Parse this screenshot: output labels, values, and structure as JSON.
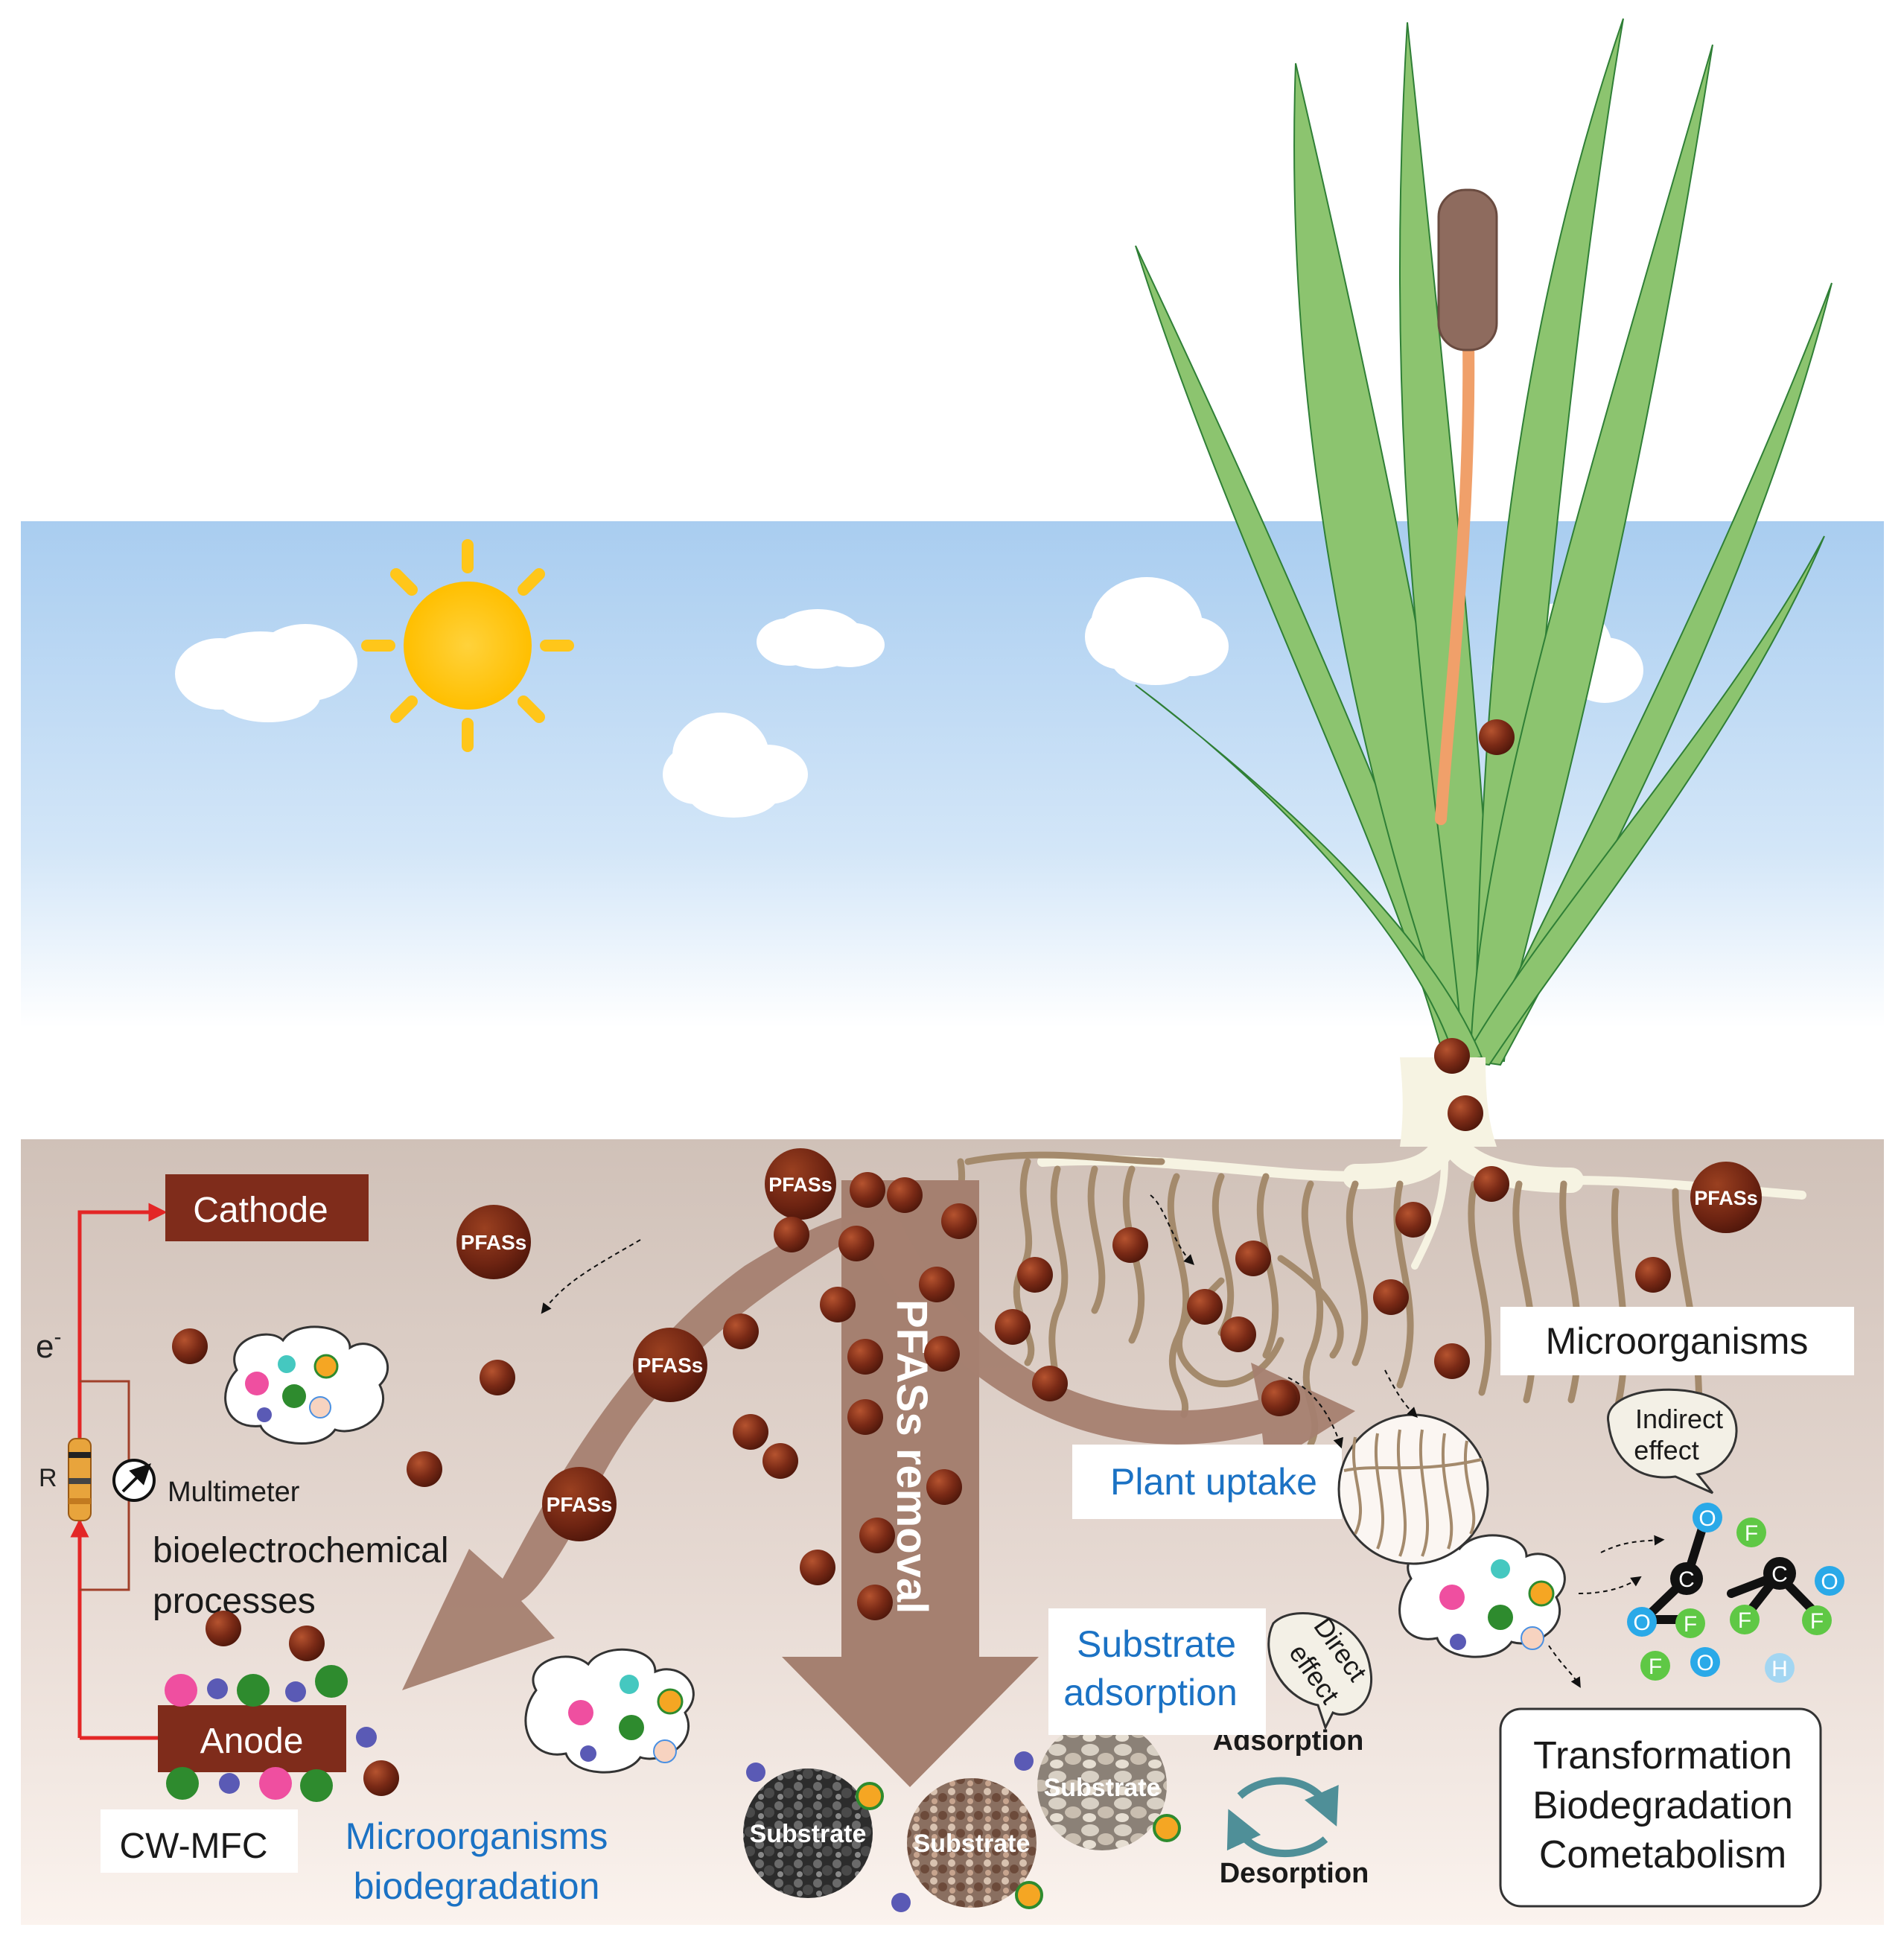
{
  "labels": {
    "cathode": "Cathode",
    "anode": "Anode",
    "electron": "e",
    "electron_sup": "-",
    "resistor": "R",
    "multimeter": "Multimeter",
    "bioelectro_line1": "bioelectrochemical",
    "bioelectro_line2": "processes",
    "cwmfc": "CW-MFC",
    "micro_bio_line1": "Microorganisms",
    "micro_bio_line2": "biodegradation",
    "pfas_removal": "PFASs removal",
    "substrate_ads_line1": "Substrate",
    "substrate_ads_line2": "adsorption",
    "substrate": "Substrate",
    "adsorption": "Adsorption",
    "desorption": "Desorption",
    "plant_uptake": "Plant uptake",
    "microorganisms": "Microorganisms",
    "indirect_line1": "Indirect",
    "indirect_line2": "effect",
    "direct_line1": "Direct",
    "direct_line2": "effect",
    "transformation": "Transformation",
    "biodegradation": "Biodegradation",
    "cometabolism": "Cometabolism",
    "pfass": "PFASs"
  },
  "atoms": {
    "oxygen": "O",
    "carbon": "C",
    "fluorine": "F",
    "hydrogen": "H"
  },
  "colors": {
    "sky_top": "#a9cdf0",
    "soil": "#d2c4bc",
    "arrow_brown": "#a58070",
    "leaf_green": "#8cc46f",
    "pfas_ball": "#7a2a16",
    "label_blue": "#1b72c4",
    "circuit_red": "#e32626",
    "electrode_brown": "#7f2c1b"
  }
}
